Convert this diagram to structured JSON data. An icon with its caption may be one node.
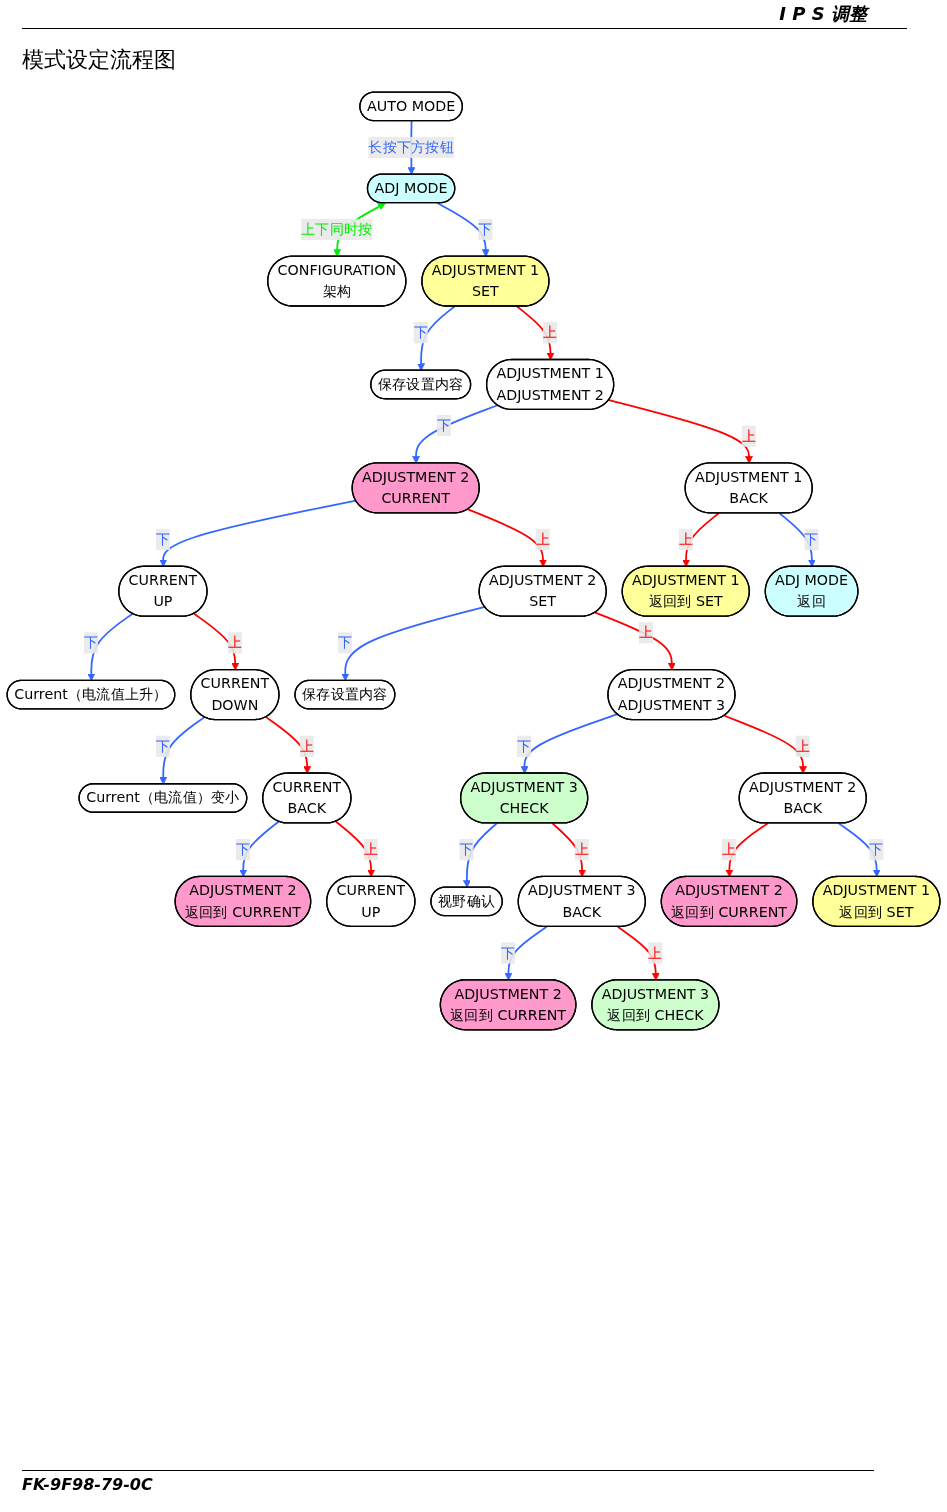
{
  "diagram": {
    "title": "模式设定流程图",
    "nodes": [
      {
        "text": [
          "AUTO MODE"
        ]
      },
      {
        "text": [
          "ADJ MODE"
        ]
      },
      {
        "text": [
          "CONFIGURATION",
          "架构"
        ]
      },
      {
        "text": [
          "ADJUSTMENT 1",
          "SET"
        ]
      },
      {
        "text": [
          "保存设置内容"
        ]
      },
      {
        "text": [
          "ADJUSTMENT 1",
          "ADJUSTMENT 2"
        ]
      },
      {
        "text": [
          "ADJUSTMENT 2",
          "CURRENT"
        ]
      },
      {
        "text": [
          "ADJUSTMENT 1",
          "BACK"
        ]
      },
      {
        "text": [
          "ADJUSTMENT 1",
          "返回到 SET"
        ]
      },
      {
        "text": [
          "CURRENT",
          "UP"
        ]
      },
      {
        "text": [
          "ADJUSTMENT 2",
          "SET"
        ]
      },
      {
        "text": [
          "ADJ MODE",
          "返回"
        ]
      },
      {
        "text": [
          "Current（电流值上升）"
        ]
      },
      {
        "text": [
          "CURRENT",
          "DOWN"
        ]
      },
      {
        "text": [
          "保存设置内容"
        ]
      },
      {
        "text": [
          "ADJUSTMENT 2",
          "ADJUSTMENT 3"
        ]
      },
      {
        "text": [
          "Current（电流值）变小"
        ]
      },
      {
        "text": [
          "CURRENT",
          "BACK"
        ]
      },
      {
        "text": [
          "ADJUSTMENT 3",
          "CHECK"
        ]
      },
      {
        "text": [
          "ADJUSTMENT 2",
          "BACK"
        ]
      },
      {
        "text": [
          "ADJUSTMENT 2",
          "返回到 CURRENT"
        ]
      },
      {
        "text": [
          "ADJUSTMENT 2",
          "返回到 CURRENT"
        ]
      },
      {
        "text": [
          "CURRENT",
          "UP"
        ]
      },
      {
        "text": [
          "视野确认"
        ]
      },
      {
        "text": [
          "ADJUSTMENT 3",
          "BACK"
        ]
      },
      {
        "text": [
          "ADJUSTMENT 1",
          "返回到 SET"
        ]
      },
      {
        "text": [
          "ADJUSTMENT 2",
          "返回到 CURRENT"
        ]
      },
      {
        "text": [
          "ADJUSTMENT 3",
          "返回到 CHECK"
        ]
      }
    ],
    "edges": [
      {
        "from": 0,
        "to": 1,
        "arrow": "to",
        "label": "长按下方按钮",
        "color": "#3366ff"
      },
      {
        "from": 1,
        "to": 2,
        "arrow": "both",
        "label": "上下同时按",
        "color": "#00ee00"
      },
      {
        "from": 1,
        "to": 3,
        "arrow": "to",
        "label": "下",
        "color": "#3366ff"
      },
      {
        "from": 3,
        "to": 4,
        "arrow": "to",
        "label": "下",
        "color": "#3366ff"
      },
      {
        "from": 3,
        "to": 5,
        "arrow": "to",
        "label": "上",
        "color": "#ff0000"
      },
      {
        "from": 5,
        "to": 6,
        "arrow": "to",
        "label": "下",
        "color": "#3366ff"
      },
      {
        "from": 5,
        "to": 7,
        "arrow": "to",
        "label": "上",
        "color": "#ff0000"
      },
      {
        "from": 7,
        "to": 8,
        "arrow": "to",
        "label": "上",
        "color": "#ff0000"
      },
      {
        "from": 7,
        "to": 11,
        "arrow": "to",
        "label": "下",
        "color": "#3366ff"
      },
      {
        "from": 6,
        "to": 9,
        "arrow": "to",
        "label": "下",
        "color": "#3366ff"
      },
      {
        "from": 6,
        "to": 10,
        "arrow": "to",
        "label": "上",
        "color": "#ff0000"
      },
      {
        "from": 9,
        "to": 12,
        "arrow": "to",
        "label": "下",
        "color": "#3366ff"
      },
      {
        "from": 9,
        "to": 13,
        "arrow": "to",
        "label": "上",
        "color": "#ff0000"
      },
      {
        "from": 10,
        "to": 14,
        "arrow": "to",
        "label": "下",
        "color": "#3366ff"
      },
      {
        "from": 10,
        "to": 15,
        "arrow": "to",
        "label": "上",
        "color": "#ff0000"
      },
      {
        "from": 13,
        "to": 16,
        "arrow": "to",
        "label": "下",
        "color": "#3366ff"
      },
      {
        "from": 13,
        "to": 17,
        "arrow": "to",
        "label": "上",
        "color": "#ff0000"
      },
      {
        "from": 15,
        "to": 18,
        "arrow": "to",
        "label": "下",
        "color": "#3366ff"
      },
      {
        "from": 15,
        "to": 19,
        "arrow": "to",
        "label": "上",
        "color": "#ff0000"
      },
      {
        "from": 17,
        "to": 21,
        "arrow": "to",
        "label": "下",
        "color": "#3366ff"
      },
      {
        "from": 17,
        "to": 22,
        "arrow": "to",
        "label": "上",
        "color": "#ff0000"
      },
      {
        "from": 19,
        "to": 20,
        "arrow": "to",
        "label": "上",
        "color": "#ff0000"
      },
      {
        "from": 19,
        "to": 25,
        "arrow": "to",
        "label": "下",
        "color": "#3366ff"
      },
      {
        "from": 18,
        "to": 23,
        "arrow": "to",
        "label": "下",
        "color": "#3366ff"
      },
      {
        "from": 18,
        "to": 24,
        "arrow": "to",
        "label": "上",
        "color": "#ff0000"
      },
      {
        "from": 24,
        "to": 26,
        "arrow": "to",
        "label": "下",
        "color": "#3366ff"
      },
      {
        "from": 24,
        "to": 27,
        "arrow": "to",
        "label": "上",
        "color": "#ff0000"
      }
    ],
    "labels": [
      "I P S 调整",
      "FK-9F98-79-0C"
    ]
  }
}
